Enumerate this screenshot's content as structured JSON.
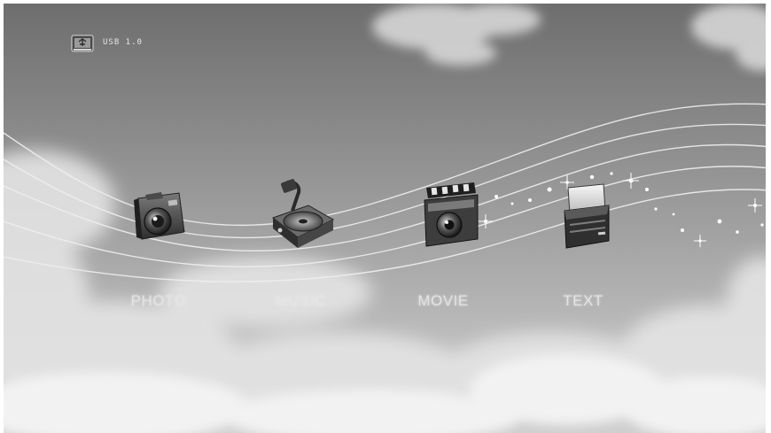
{
  "status": {
    "usb_icon": "usb-drive-icon",
    "label": "USB 1.0"
  },
  "menu": {
    "items": [
      {
        "id": "photo",
        "label": "PHOTO",
        "icon": "camera-icon"
      },
      {
        "id": "music",
        "label": "MUSIC",
        "icon": "record-player-icon"
      },
      {
        "id": "movie",
        "label": "MOVIE",
        "icon": "clapperboard-icon"
      },
      {
        "id": "text",
        "label": "TEXT",
        "icon": "document-tray-icon"
      }
    ]
  },
  "colors": {
    "sky_top": "#6d6d6d",
    "sky_bottom": "#cfcfcf",
    "wave": "#e6e6e6",
    "label": "#e3e3e3"
  }
}
